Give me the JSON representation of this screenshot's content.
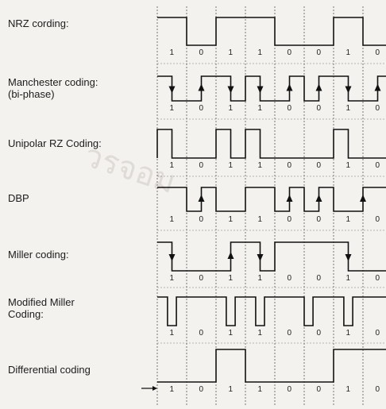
{
  "rows": [
    {
      "label": "NRZ cording:",
      "bits": [
        "1",
        "0",
        "1",
        "1",
        "0",
        "0",
        "1",
        "0"
      ]
    },
    {
      "label": "Manchester coding:\n(bi-phase)",
      "bits": [
        "1",
        "0",
        "1",
        "1",
        "0",
        "0",
        "1",
        "0"
      ]
    },
    {
      "label": "Unipolar RZ Coding:",
      "bits": [
        "1",
        "0",
        "1",
        "1",
        "0",
        "0",
        "1",
        "0"
      ]
    },
    {
      "label": "DBP",
      "bits": [
        "1",
        "0",
        "1",
        "1",
        "0",
        "0",
        "1",
        "0"
      ]
    },
    {
      "label": "Miller coding:",
      "bits": [
        "1",
        "0",
        "1",
        "1",
        "0",
        "0",
        "1",
        "0"
      ]
    },
    {
      "label": "Modified Miller\nCoding:",
      "bits": [
        "1",
        "0",
        "1",
        "1",
        "0",
        "0",
        "1",
        "0"
      ]
    },
    {
      "label": "Differential coding",
      "bits": [
        "1",
        "0",
        "1",
        "1",
        "0",
        "0",
        "1",
        "0"
      ]
    }
  ],
  "watermark": {
    "text": "วรจอม"
  }
}
